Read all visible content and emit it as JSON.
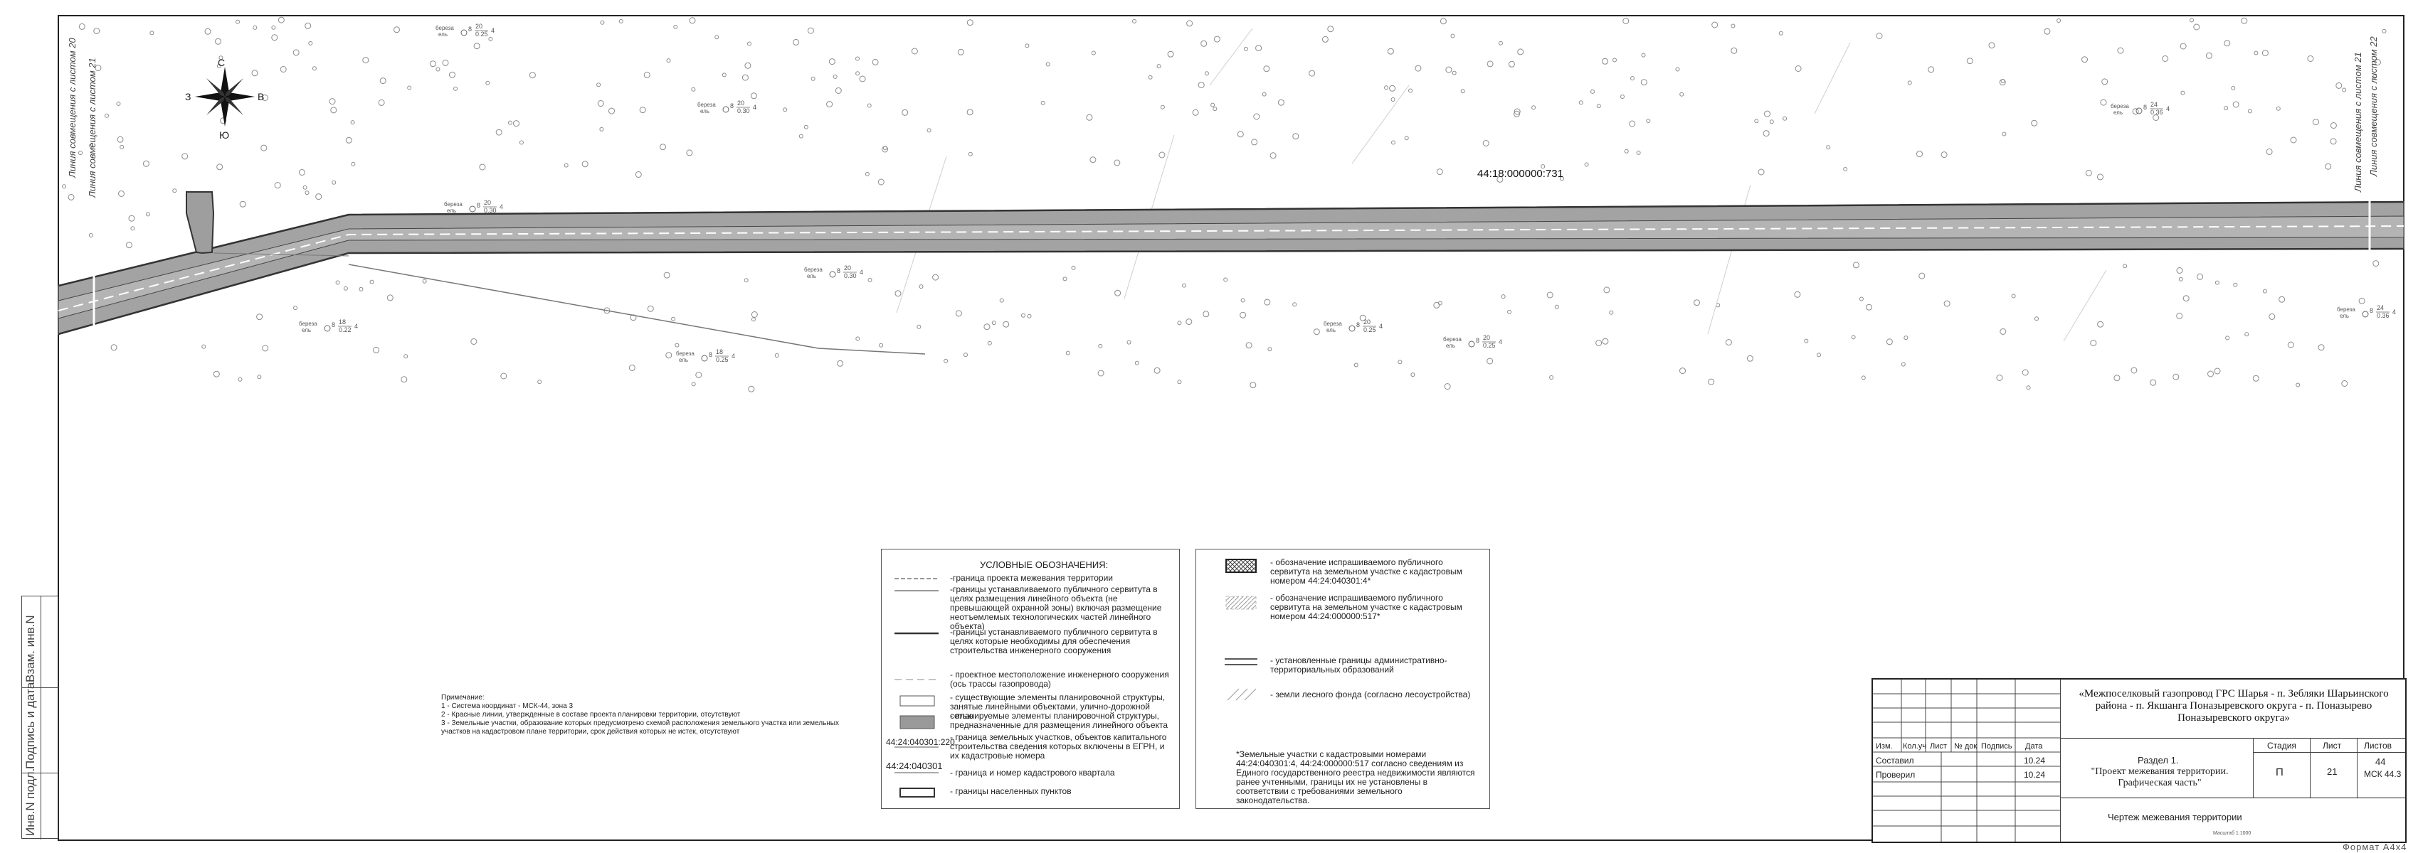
{
  "map": {
    "parcel_label": "44:18:000000:731",
    "match_line_left_1": "Линия совмещения с листом 20",
    "match_line_left_2": "Линия совмещения с листом 21",
    "match_line_right_1": "Линия совмещения с листом 21",
    "match_line_right_2": "Линия совмещения с листом 22",
    "compass": {
      "n": "С",
      "s": "Ю",
      "w": "З",
      "e": "В"
    },
    "tree_tags": [
      {
        "species": "береза",
        "type": "ель",
        "top": "20",
        "bottom": "0.25",
        "extra": "4"
      },
      {
        "species": "береза",
        "type": "ель",
        "top": "20",
        "bottom": "0.30",
        "extra": "4"
      },
      {
        "species": "береза",
        "type": "ель",
        "top": "20",
        "bottom": "0.30",
        "extra": "4"
      },
      {
        "species": "береза",
        "type": "ель",
        "top": "20",
        "bottom": "0.30",
        "extra": "4"
      },
      {
        "species": "береза",
        "type": "ель",
        "top": "18",
        "bottom": "0.22",
        "extra": "4"
      },
      {
        "species": "береза",
        "type": "ель",
        "top": "18",
        "bottom": "0.25",
        "extra": "4"
      },
      {
        "species": "береза",
        "type": "ель",
        "top": "20",
        "bottom": "0.25",
        "extra": "4"
      },
      {
        "species": "береза",
        "type": "ель",
        "top": "20",
        "bottom": "0.25",
        "extra": "4"
      },
      {
        "species": "береза",
        "type": "ель",
        "top": "24",
        "bottom": "0.36",
        "extra": "4"
      },
      {
        "species": "береза",
        "type": "ель",
        "top": "24",
        "bottom": "0.36",
        "extra": "4"
      }
    ]
  },
  "notes": {
    "title": "Примечание:",
    "items": [
      "1 - Система координат - МСК-44, зона 3",
      "2 - Красные линии, утвержденные в составе проекта планировки территории, отсутствуют",
      "3 - Земельные участки, образование которых предусмотрено схемой расположения земельного участка или земельных участков на кадастровом плане территории, срок действия которых не истек, отсутствуют"
    ]
  },
  "legend1": {
    "title": "УСЛОВНЫЕ ОБОЗНАЧЕНИЯ:",
    "items": [
      "-граница проекта межевания территории",
      "-границы устанавливаемого публичного сервитута в целях размещения линейного объекта (не превышающей охранной зоны) включая размещение неотъемлемых технологических частей линейного объекта)",
      "-границы устанавливаемого публичного сервитута в целях которые необходимы для обеспечения строительства инженерного сооружения",
      "- проектное местоположение инженерного сооружения (ось трассы газопровода)",
      "- существующие элементы планировочной структуры, занятые линейными объектами, улично-дорожной сетью",
      "- планируемые элементы планировочной структуры, предназначенные для размещения линейного объекта",
      "- граница земельных участков, объектов капитального строительства сведения которых включены в ЕГРН, и их кадастровые номера",
      "- граница и номер кадастрового квартала",
      "- границы населенных пунктов"
    ],
    "parcel_sample": "44:24:040301:220",
    "quarter_sample": "44:24:040301"
  },
  "legend2": {
    "items": [
      "- обозначение испрашиваемого публичного сервитута на земельном участке с кадастровым номером 44:24:040301:4*",
      "- обозначение испрашиваемого публичного сервитута на земельном участке с кадастровым номером 44:24:000000:517*",
      "- установленные границы административно-территориальных образований",
      "- земли лесного фонда (согласно лесоустройства)"
    ],
    "footnote": "*Земельные участки с кадастровыми номерами 44:24:040301:4, 44:24:000000:517 согласно сведениям из Единого государственного реестра недвижимости являются ранее учтенными, границы их не установлены в соответствии с требованиями земельного законодательства."
  },
  "stamp": {
    "project": "«Межпоселковый газопровод ГРС Шарья - п. Зебляки Шарьинского района - п. Якшанга Поназыревского округа - п. Поназырево Поназыревского округа»",
    "header_cols": [
      "Изм.",
      "Кол.уч",
      "Лист",
      "№ док",
      "Подпись",
      "Дата"
    ],
    "rows": [
      {
        "role": "Составил",
        "date": "10.24"
      },
      {
        "role": "Проверил",
        "date": "10.24"
      }
    ],
    "section": "Раздел 1.",
    "section_title": "\"Проект межевания территории. Графическая часть\"",
    "stage_label": "Стадия",
    "sheet_label": "Лист",
    "sheets_label": "Листов",
    "stage": "П",
    "sheet": "21",
    "sheets": "44",
    "crs": "МСК 44.3",
    "drawing_title": "Чертеж межевания территории",
    "scale": "Масштаб 1:1000",
    "format": "Формат А4х4"
  },
  "side_stamp": {
    "inv_podl": "Инв.N подл.",
    "sign_date": "Подпись и дата",
    "vzam": "Взам. инв.N"
  },
  "colors": {
    "corridor": "#a3a3a3",
    "corridor_dark": "#7f7f7f",
    "line": "#333333",
    "bg": "#ffffff"
  }
}
